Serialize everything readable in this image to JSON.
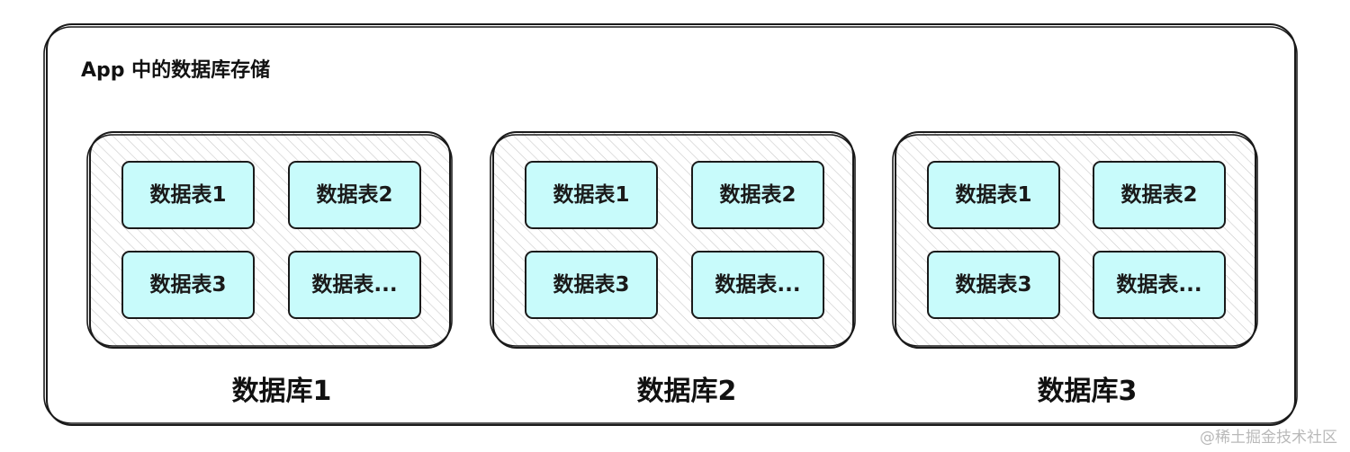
{
  "container": {
    "title": "App 中的数据库存储"
  },
  "databases": [
    {
      "label": "数据库1",
      "tables": [
        "数据表1",
        "数据表2",
        "数据表3",
        "数据表..."
      ]
    },
    {
      "label": "数据库2",
      "tables": [
        "数据表1",
        "数据表2",
        "数据表3",
        "数据表..."
      ]
    },
    {
      "label": "数据库3",
      "tables": [
        "数据表1",
        "数据表2",
        "数据表3",
        "数据表..."
      ]
    }
  ],
  "watermark": "@稀土掘金技术社区",
  "colors": {
    "table_fill": "#c8fbfb",
    "stroke": "#1a1a1a",
    "hatch": "#c9c9c9"
  }
}
